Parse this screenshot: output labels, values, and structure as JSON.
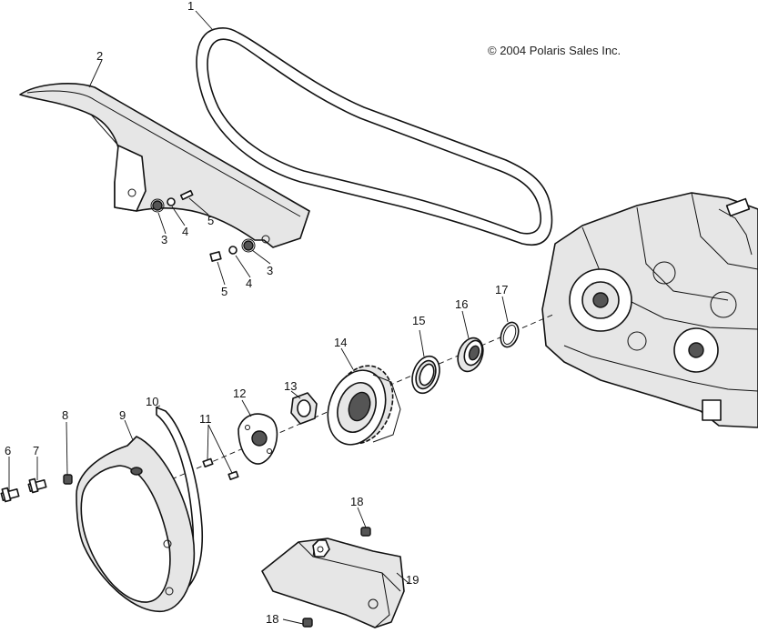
{
  "copyright": "© 2004 Polaris Sales Inc.",
  "callouts": {
    "c1": "1",
    "c2": "2",
    "c3a": "3",
    "c4a": "4",
    "c5a": "5",
    "c3b": "3",
    "c4b": "4",
    "c5b": "5",
    "c6": "6",
    "c7": "7",
    "c8": "8",
    "c9": "9",
    "c10": "10",
    "c11": "11",
    "c12": "12",
    "c13": "13",
    "c14": "14",
    "c15": "15",
    "c16": "16",
    "c17": "17",
    "c18a": "18",
    "c18b": "18",
    "c19": "19"
  }
}
